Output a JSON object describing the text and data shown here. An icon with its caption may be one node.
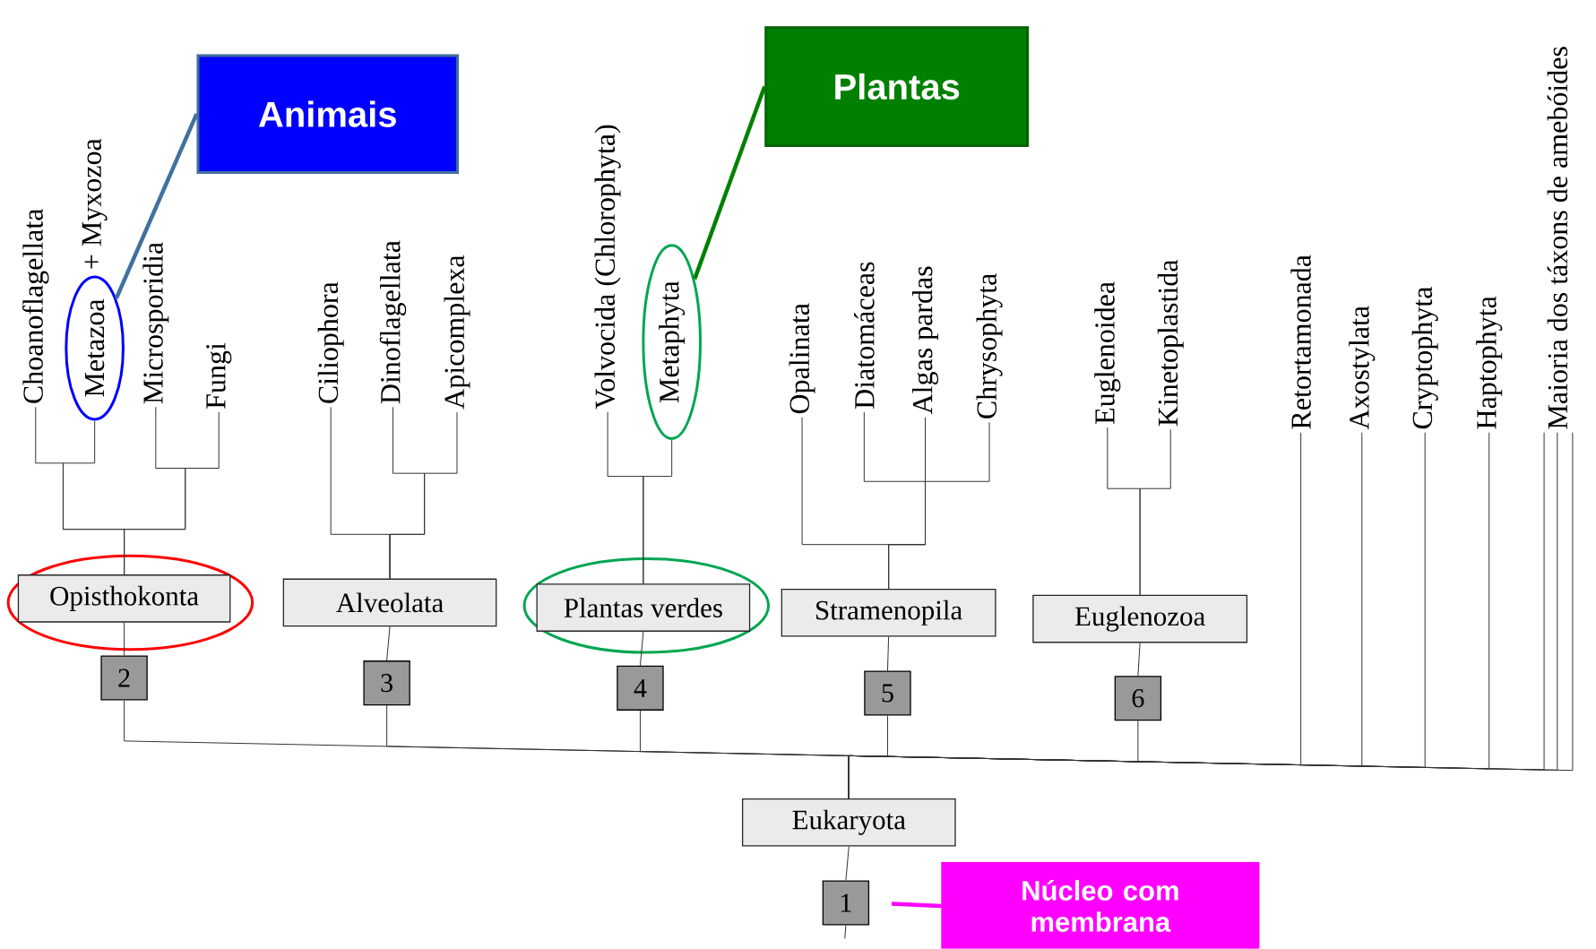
{
  "diagram": {
    "nodes": [
      {
        "text": [
          "Animais"
        ]
      },
      {
        "text": [
          "Plantas"
        ]
      },
      {
        "text": [
          "Choanoflagellata"
        ]
      },
      {
        "text": [
          "Metazoa"
        ],
        "beside": [
          "+ Myxozoa"
        ]
      },
      {
        "text": [
          "Microsporidia"
        ]
      },
      {
        "text": [
          "Fungi"
        ]
      },
      {
        "text": [
          "Ciliophora"
        ]
      },
      {
        "text": [
          "Dinoflagellata"
        ]
      },
      {
        "text": [
          "Apicomplexa"
        ]
      },
      {
        "text": [
          "Volvocida (Chlorophyta)"
        ]
      },
      {
        "text": [
          "Metaphyta"
        ]
      },
      {
        "text": [
          "Opalinata"
        ]
      },
      {
        "text": [
          "Diatomáceas"
        ]
      },
      {
        "text": [
          "Algas pardas"
        ]
      },
      {
        "text": [
          "Chrysophyta"
        ]
      },
      {
        "text": [
          "Euglenoidea"
        ]
      },
      {
        "text": [
          "Kinetoplastida"
        ]
      },
      {
        "text": [
          "Retortamonada"
        ]
      },
      {
        "text": [
          "Axostylata"
        ]
      },
      {
        "text": [
          "Cryptophyta"
        ]
      },
      {
        "text": [
          "Haptophyta"
        ]
      },
      {
        "text": [
          "Maioria dos táxons de amebóides"
        ]
      },
      {
        "text": [],
        "shape": "ellipse"
      },
      {
        "text": [
          "Opisthokonta"
        ],
        "in": 22
      },
      {
        "text": [
          "Alveolata"
        ]
      },
      {
        "text": [],
        "shape": "ellipse"
      },
      {
        "text": [
          "Plantas verdes"
        ],
        "in": 25
      },
      {
        "text": [
          "Stramenopila"
        ]
      },
      {
        "text": [
          "Euglenozoa"
        ]
      },
      {
        "text": [
          "2"
        ]
      },
      {
        "text": [
          "3"
        ]
      },
      {
        "text": [
          "4"
        ]
      },
      {
        "text": [
          "5"
        ]
      },
      {
        "text": [
          "6"
        ]
      },
      {
        "text": [
          "Eukaryota"
        ]
      },
      {
        "text": [
          "1"
        ]
      },
      {
        "text": [
          "Núcleo com membrana"
        ]
      }
    ],
    "edges": [
      {
        "from": 0,
        "to": 3,
        "arrow": "none",
        "style": "thick",
        "color": "#41719c"
      },
      {
        "from": 1,
        "to": 10,
        "arrow": "none",
        "style": "thick",
        "color": "#008000"
      },
      {
        "from": 36,
        "to": 35,
        "arrow": "none",
        "style": "thick",
        "color": "#ff00ff"
      },
      {
        "from": 23,
        "to": 2,
        "arrow": "none"
      },
      {
        "from": 23,
        "to": 3,
        "arrow": "none"
      },
      {
        "from": 23,
        "to": 4,
        "arrow": "none"
      },
      {
        "from": 23,
        "to": 5,
        "arrow": "none"
      },
      {
        "from": 24,
        "to": 6,
        "arrow": "none"
      },
      {
        "from": 24,
        "to": 7,
        "arrow": "none"
      },
      {
        "from": 24,
        "to": 8,
        "arrow": "none"
      },
      {
        "from": 26,
        "to": 9,
        "arrow": "none"
      },
      {
        "from": 26,
        "to": 10,
        "arrow": "none"
      },
      {
        "from": 27,
        "to": 11,
        "arrow": "none"
      },
      {
        "from": 27,
        "to": 12,
        "arrow": "none"
      },
      {
        "from": 27,
        "to": 13,
        "arrow": "none"
      },
      {
        "from": 27,
        "to": 14,
        "arrow": "none"
      },
      {
        "from": 28,
        "to": 15,
        "arrow": "none"
      },
      {
        "from": 28,
        "to": 16,
        "arrow": "none"
      },
      {
        "from": 29,
        "to": 23,
        "arrow": "none"
      },
      {
        "from": 30,
        "to": 24,
        "arrow": "none"
      },
      {
        "from": 31,
        "to": 26,
        "arrow": "none"
      },
      {
        "from": 32,
        "to": 27,
        "arrow": "none"
      },
      {
        "from": 33,
        "to": 28,
        "arrow": "none"
      },
      {
        "from": 34,
        "to": 29,
        "arrow": "none"
      },
      {
        "from": 34,
        "to": 30,
        "arrow": "none"
      },
      {
        "from": 34,
        "to": 31,
        "arrow": "none"
      },
      {
        "from": 34,
        "to": 32,
        "arrow": "none"
      },
      {
        "from": 34,
        "to": 33,
        "arrow": "none"
      },
      {
        "from": 34,
        "to": 17,
        "arrow": "none"
      },
      {
        "from": 34,
        "to": 18,
        "arrow": "none"
      },
      {
        "from": 34,
        "to": 19,
        "arrow": "none"
      },
      {
        "from": 34,
        "to": 20,
        "arrow": "none"
      },
      {
        "from": 34,
        "to": 21,
        "arrow": "none"
      },
      {
        "from": 34,
        "to": 21,
        "arrow": "none"
      },
      {
        "from": 34,
        "to": 21,
        "arrow": "none"
      },
      {
        "from": 35,
        "to": 34,
        "arrow": "none"
      },
      {
        "from": null,
        "to": 35,
        "arrow": "none"
      }
    ]
  }
}
